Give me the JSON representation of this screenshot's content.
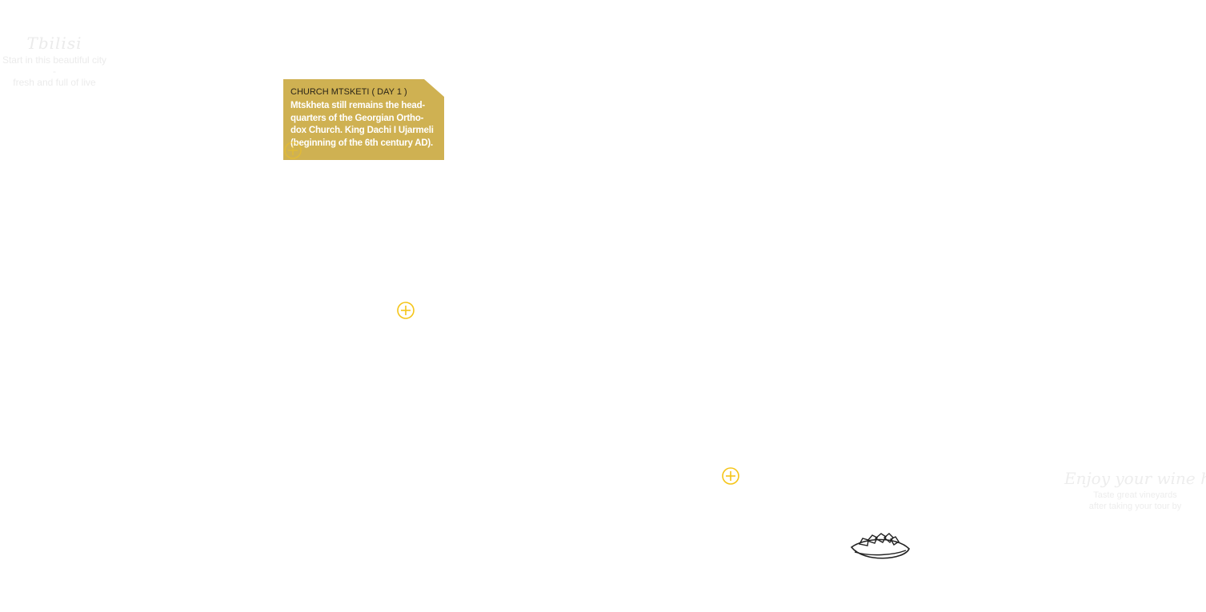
{
  "captions": {
    "top_left": {
      "title": "Tbilisi",
      "line1": "Start in this beautiful city -",
      "line2": "fresh and full of live"
    },
    "bottom_right": {
      "title": "Enjoy your wine here",
      "line1": "Taste great vineyards",
      "line2": "after taking your tour by"
    }
  },
  "info_card": {
    "title": "CHURCH MTSKETI ( DAY 1 )",
    "body": "Mtskheta still remains the head-quarters of the Georgian Ortho-dox Church. King Dachi I Ujarmeli (beginning of the 6th century AD)."
  },
  "markers": [
    {
      "icon": "plus-circle-icon"
    },
    {
      "icon": "plus-circle-icon"
    },
    {
      "icon": "plus-circle-icon"
    }
  ],
  "colors": {
    "accent": "#f5c518",
    "card": "#cfb152",
    "card_title": "#2a2418",
    "faded_text": "#ebebeb"
  },
  "illustration": {
    "icon": "fruit-bowl-icon"
  }
}
